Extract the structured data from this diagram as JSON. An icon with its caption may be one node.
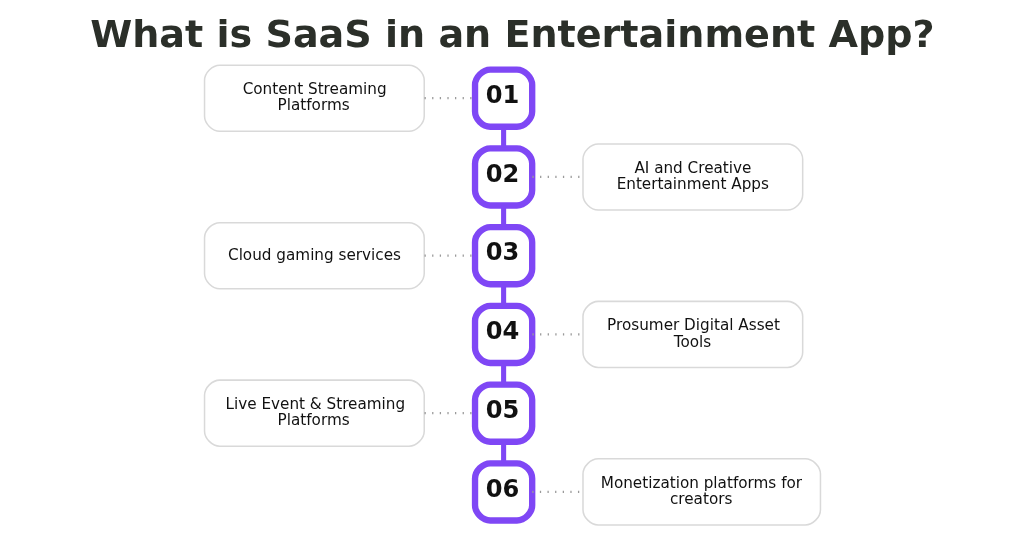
{
  "diagram": {
    "title": "What is SaaS in an Entertainment App?",
    "nodes": [
      {
        "text": [
          "Content Streaming Platforms"
        ]
      },
      {
        "text": [
          "01"
        ]
      },
      {
        "text": [
          "02"
        ]
      },
      {
        "text": [
          "AI and Creative Entertainment Apps"
        ]
      },
      {
        "text": [
          "Cloud gaming services"
        ]
      },
      {
        "text": [
          "03"
        ]
      },
      {
        "text": [
          "04"
        ]
      },
      {
        "text": [
          "Prosumer Digital Asset Tools"
        ]
      },
      {
        "text": [
          "Live Event & Streaming Platforms"
        ]
      },
      {
        "text": [
          "05"
        ]
      },
      {
        "text": [
          "06"
        ]
      },
      {
        "text": [
          "Monetization platforms for creators"
        ]
      }
    ],
    "edges": [
      {
        "from": 0,
        "to": 1,
        "arrow": "none",
        "style": "dashed"
      },
      {
        "from": 1,
        "to": 2,
        "arrow": "none",
        "style": "thick",
        "color": "#7f47f5"
      },
      {
        "from": 2,
        "to": 3,
        "arrow": "none",
        "style": "dashed"
      },
      {
        "from": 2,
        "to": 5,
        "arrow": "none",
        "style": "thick",
        "color": "#7f47f5"
      },
      {
        "from": 4,
        "to": 5,
        "arrow": "none",
        "style": "dashed"
      },
      {
        "from": 5,
        "to": 6,
        "arrow": "none",
        "style": "thick",
        "color": "#7f47f5"
      },
      {
        "from": 6,
        "to": 7,
        "arrow": "none",
        "style": "dashed"
      },
      {
        "from": 6,
        "to": 9,
        "arrow": "none",
        "style": "thick",
        "color": "#7f47f5"
      },
      {
        "from": 8,
        "to": 9,
        "arrow": "none",
        "style": "dashed"
      },
      {
        "from": 9,
        "to": 10,
        "arrow": "none",
        "style": "thick",
        "color": "#7f47f5"
      },
      {
        "from": 10,
        "to": 11,
        "arrow": "none",
        "style": "dashed"
      }
    ]
  }
}
